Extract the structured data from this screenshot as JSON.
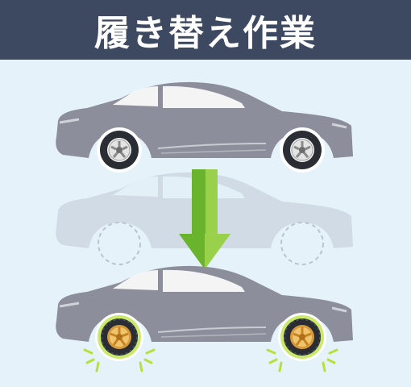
{
  "header": {
    "title": "履き替え作業",
    "background": "#3d4960",
    "text_color": "#ffffff"
  },
  "illustration": {
    "background": "#e5f2f9",
    "car_before": {
      "body_color": "#8c8f9b",
      "wheels": "regular-tire"
    },
    "car_ghost": {
      "body_color": "#d0dbe5",
      "wheels": "dashed-outline"
    },
    "arrow": {
      "direction": "down",
      "color": "#6ab42d",
      "highlight": "#9ad14b"
    },
    "car_after": {
      "body_color": "#8c8f9b",
      "wheels": "new-tire-gold-rim",
      "glow_color": "#b5e23a"
    }
  }
}
